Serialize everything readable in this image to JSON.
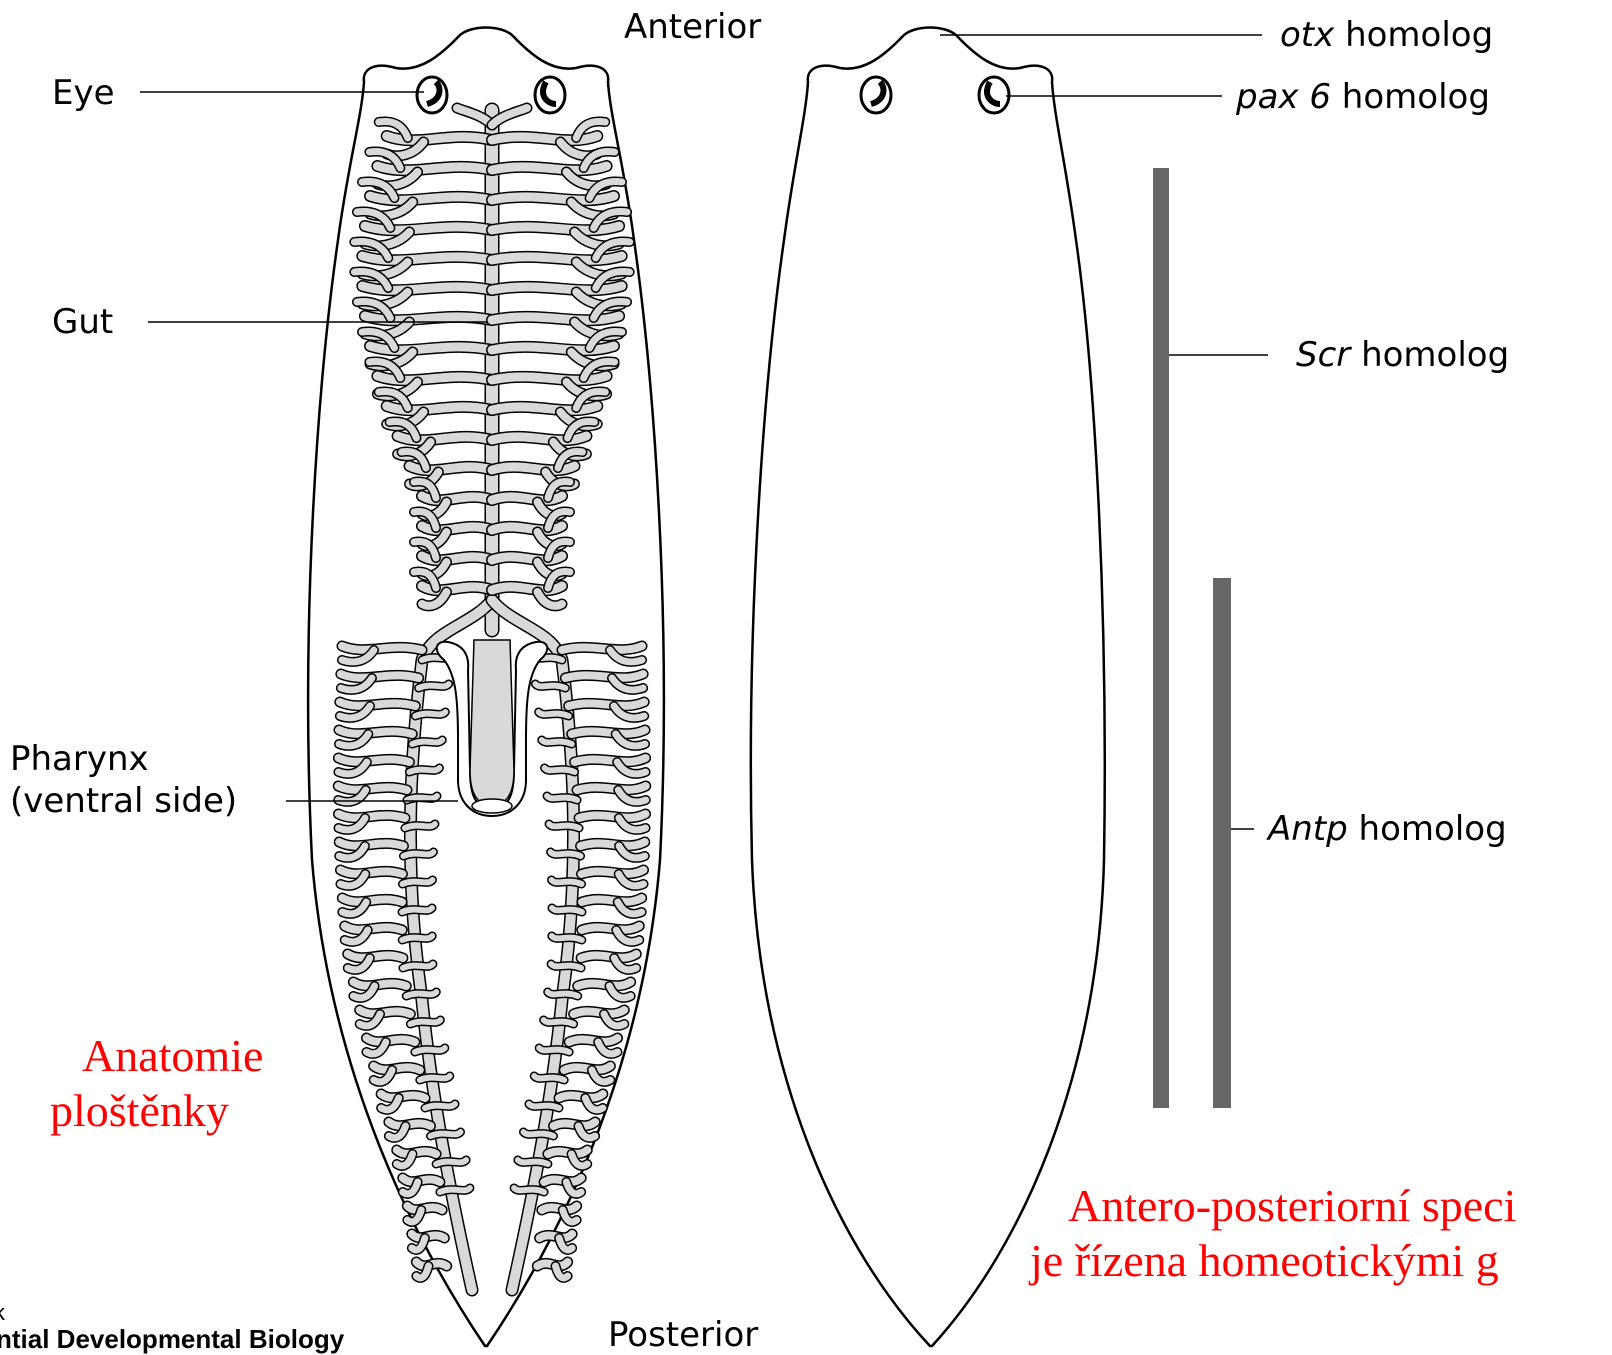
{
  "labels": {
    "anterior": "Anterior",
    "posterior": "Posterior",
    "eye": "Eye",
    "gut": "Gut",
    "pharynx_line1": "Pharynx",
    "pharynx_line2": "(ventral side)"
  },
  "genes": [
    {
      "gene": "otx",
      "suffix": " homolog"
    },
    {
      "gene": "pax 6",
      "suffix": " homolog"
    },
    {
      "gene": "Scr",
      "suffix": " homolog"
    },
    {
      "gene": "Antp",
      "suffix": " homolog"
    }
  ],
  "czech_notes": {
    "anatomy_line1": "Anatomie",
    "anatomy_line2": "ploštěnky",
    "ap_line1": "Antero-posteriorní speci",
    "ap_line2": "je řízena homeotickými g"
  },
  "credit": {
    "line1": "k",
    "line2": "ntial Developmental Biology"
  },
  "colors": {
    "czech_text": "#ff0000",
    "gut_fill": "#d9d9d9",
    "expression_bar": "#666666"
  }
}
